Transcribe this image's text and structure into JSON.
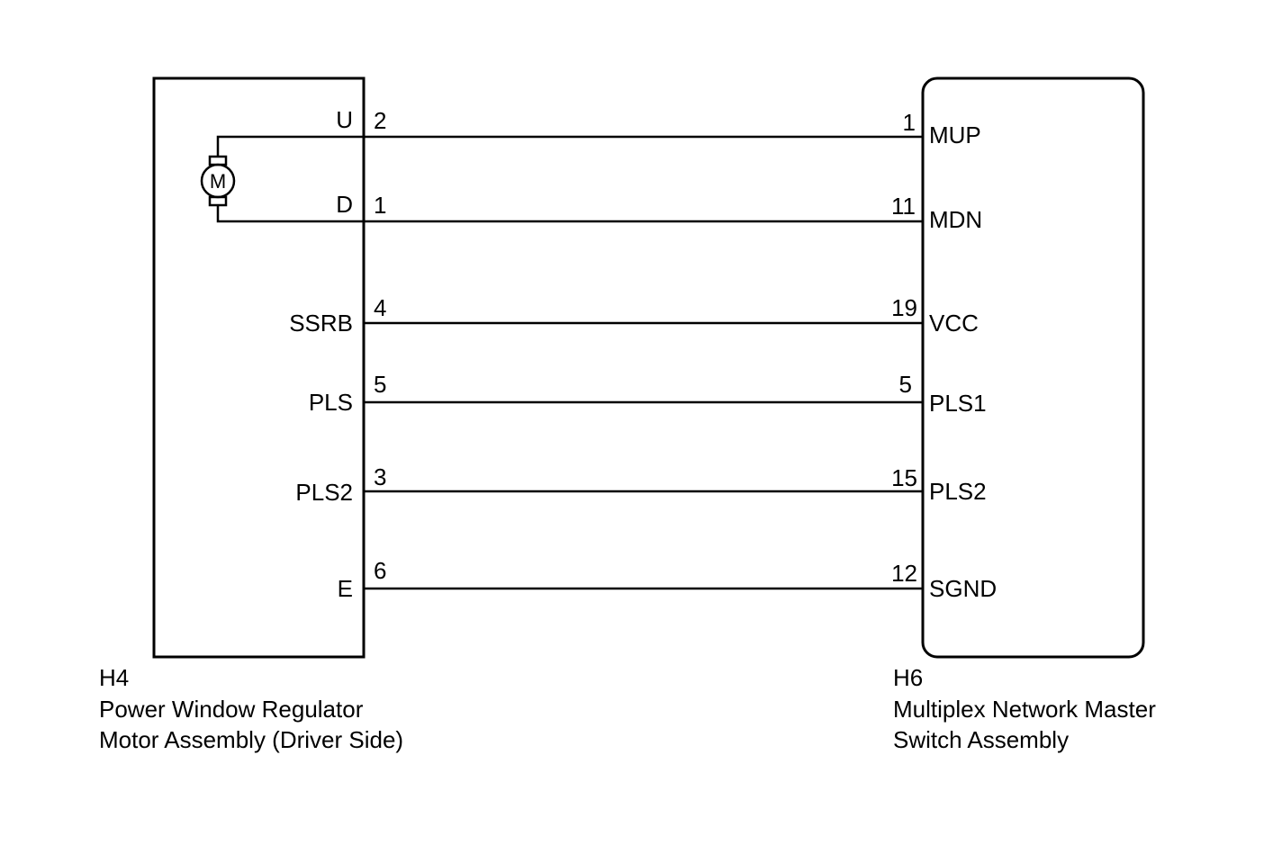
{
  "left_connector": {
    "code": "H4",
    "name_line1": "Power Window Regulator",
    "name_line2": "Motor Assembly (Driver Side)",
    "motor_symbol": "M"
  },
  "right_connector": {
    "code": "H6",
    "name_line1": "Multiplex Network Master",
    "name_line2": "Switch Assembly"
  },
  "wires": [
    {
      "left_label": "U",
      "left_pin": "2",
      "right_pin": "1",
      "right_label": "MUP"
    },
    {
      "left_label": "D",
      "left_pin": "1",
      "right_pin": "11",
      "right_label": "MDN"
    },
    {
      "left_label": "SSRB",
      "left_pin": "4",
      "right_pin": "19",
      "right_label": "VCC"
    },
    {
      "left_label": "PLS",
      "left_pin": "5",
      "right_pin": "5",
      "right_label": "PLS1"
    },
    {
      "left_label": "PLS2",
      "left_pin": "3",
      "right_pin": "15",
      "right_label": "PLS2"
    },
    {
      "left_label": "E",
      "left_pin": "6",
      "right_pin": "12",
      "right_label": "SGND"
    }
  ],
  "colors": {
    "line": "#000000",
    "background": "#ffffff"
  }
}
